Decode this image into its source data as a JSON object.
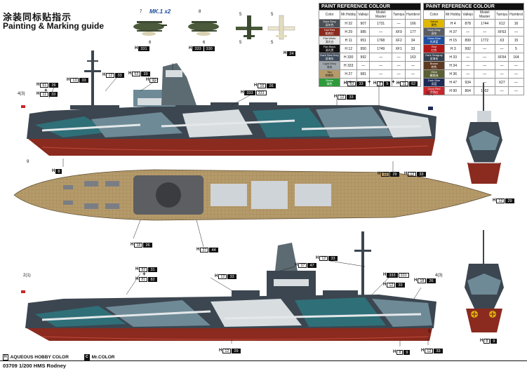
{
  "header": {
    "title_cn": "涂装同标贴指示",
    "title_en": "Painting & Marking guide",
    "aircraft_label": "MK.1 x2"
  },
  "paint_table_left": {
    "caption": "PAINT  REFERENCE COLOUR",
    "columns": [
      "Color",
      "Mr.Hobby",
      "Vallejo",
      "Model Master",
      "Tamiya",
      "Humbrol"
    ],
    "rows": [
      {
        "swatch": "Dark Grey",
        "swatch_cn": "深灰色",
        "color": "#4a4f55",
        "mrhobby": "H 32",
        "vallejo": "907",
        "model_master": "1731",
        "tamiya": "—",
        "humbrol": "166"
      },
      {
        "swatch": "Hull Red",
        "swatch_cn": "船底红",
        "color": "#8b2a1e",
        "mrhobby": "H 29",
        "vallejo": "985",
        "model_master": "—",
        "tamiya": "XF9",
        "humbrol": "177"
      },
      {
        "swatch": "Flat White",
        "swatch_cn": "消光白",
        "color": "#e8e8e8",
        "mrhobby": "H 11",
        "vallejo": "951",
        "model_master": "1768",
        "tamiya": "XF2",
        "humbrol": "34"
      },
      {
        "swatch": "Flat Black",
        "swatch_cn": "消光黑",
        "color": "#111111",
        "mrhobby": "H 12",
        "vallejo": "950",
        "model_master": "1749",
        "tamiya": "XF1",
        "humbrol": "33"
      },
      {
        "swatch": "Dark Sea Grey",
        "swatch_cn": "深海灰",
        "color": "#3f4c5c",
        "mrhobby": "H 330",
        "vallejo": "992",
        "model_master": "—",
        "tamiya": "—",
        "humbrol": "163"
      },
      {
        "swatch": "Light Grey",
        "swatch_cn": "浅灰",
        "color": "#9fa6ac",
        "mrhobby": "H 333",
        "vallejo": "—",
        "model_master": "—",
        "tamiya": "—",
        "humbrol": "—"
      },
      {
        "swatch": "Tan",
        "swatch_cn": "棕褐色",
        "color": "#b59a6a",
        "mrhobby": "H 27",
        "vallejo": "981",
        "model_master": "—",
        "tamiya": "—",
        "humbrol": "—"
      },
      {
        "swatch": "Green",
        "swatch_cn": "绿色",
        "color": "#2e9a3a",
        "mrhobby": "H 6",
        "vallejo": "—",
        "model_master": "—",
        "tamiya": "—",
        "humbrol": "—"
      }
    ]
  },
  "paint_table_right": {
    "caption": "PAINT  REFERENCE COLOUR",
    "columns": [
      "Color",
      "Mr.Hobby",
      "Vallejo",
      "Model Master",
      "Tamiya",
      "Humbrol"
    ],
    "rows": [
      {
        "swatch": "Yellow",
        "swatch_cn": "黄色",
        "color": "#e0b800",
        "mrhobby": "H 4",
        "vallejo": "878",
        "model_master": "1744",
        "tamiya": "X12",
        "humbrol": "16"
      },
      {
        "swatch": "Dark Gray",
        "swatch_cn": "深灰",
        "color": "#5a5d62",
        "mrhobby": "H 37",
        "vallejo": "—",
        "model_master": "—",
        "tamiya": "XF63",
        "humbrol": "—"
      },
      {
        "swatch": "Gloss Blue",
        "swatch_cn": "光泽蓝",
        "color": "#1f4fa0",
        "mrhobby": "H 15",
        "vallejo": "899",
        "model_master": "1772",
        "tamiya": "X3",
        "humbrol": "15"
      },
      {
        "swatch": "Red",
        "swatch_cn": "红色",
        "color": "#b01818",
        "mrhobby": "H 3",
        "vallejo": "992",
        "model_master": "—",
        "tamiya": "—",
        "humbrol": "5"
      },
      {
        "swatch": "Dark Seagray",
        "swatch_cn": "深海灰",
        "color": "#34404e",
        "mrhobby": "H 33",
        "vallejo": "—",
        "model_master": "—",
        "tamiya": "XF54",
        "humbrol": "164"
      },
      {
        "swatch": "Brown",
        "swatch_cn": "棕色",
        "color": "#5e3a22",
        "mrhobby": "H 34",
        "vallejo": "—",
        "model_master": "—",
        "tamiya": "—",
        "humbrol": "—"
      },
      {
        "swatch": "Olive",
        "swatch_cn": "橄榄绿",
        "color": "#5a5f34",
        "mrhobby": "H 36",
        "vallejo": "—",
        "model_master": "—",
        "tamiya": "—",
        "humbrol": "—"
      },
      {
        "swatch": "Dark Blue",
        "swatch_cn": "深蓝",
        "color": "#1c2a55",
        "mrhobby": "H 47",
        "vallejo": "934",
        "model_master": "—",
        "tamiya": "X27",
        "humbrol": "—"
      },
      {
        "swatch": "Clear Red",
        "swatch_cn": "透明红",
        "color": "#c8262c",
        "mrhobby": "H 90",
        "vallejo": "864",
        "model_master": "1402",
        "tamiya": "—",
        "humbrol": "—"
      }
    ]
  },
  "aircraft_codes": {
    "a1": {
      "prefix": "H",
      "n1": "331",
      "n2": ""
    },
    "a2": {
      "prefix": "H",
      "n1": "333",
      "n2": "330"
    },
    "a3": {
      "prefix": "H",
      "n1": "24",
      "n2": ""
    },
    "nums": [
      "7",
      "6",
      "8",
      "6",
      "5",
      "5",
      "5",
      "5"
    ]
  },
  "codes": {
    "c1": {
      "prefix": "H",
      "n1": "13",
      "n2": "33"
    },
    "c2": {
      "prefix": "H",
      "n1": "61",
      "n2": "26"
    },
    "c3": {
      "prefix": "H",
      "n1": "11",
      "n2": "33"
    },
    "c4": {
      "prefix": "H",
      "n1": "12",
      "n2": "33"
    },
    "c5": {
      "prefix": "H",
      "n1": "53",
      "n2": "33"
    },
    "c6": {
      "prefix": "H",
      "n1": "90",
      "n2": ""
    },
    "c7": {
      "prefix": "H",
      "n1": "16",
      "n2": "26"
    },
    "c8": {
      "prefix": "H",
      "n1": "333",
      "n2": "331"
    },
    "c9": {
      "prefix": "H",
      "n1": "12",
      "n2": "33"
    },
    "c10": {
      "prefix": "H",
      "n1": "53",
      "n2": "33"
    },
    "c11": {
      "prefix": "H",
      "n1": "6",
      "n2": "5"
    },
    "c12": {
      "prefix": "H",
      "n1": "11",
      "n2": "62"
    },
    "c13": {
      "prefix": "H",
      "n1": "8",
      "n2": ""
    },
    "c14": {
      "prefix": "H",
      "n1": "12",
      "n2": "29"
    },
    "c15": {
      "prefix": "H",
      "n1": "12",
      "n2": "33"
    },
    "c16": {
      "prefix": "H",
      "n1": "12",
      "n2": "29"
    },
    "c17": {
      "prefix": "H",
      "n1": "18",
      "n2": "26"
    },
    "c18": {
      "prefix": "H",
      "n1": "27",
      "n2": "44"
    },
    "c19": {
      "prefix": "H",
      "n1": "82",
      "n2": "31"
    },
    "c20": {
      "prefix": "H",
      "n1": "81",
      "n2": "82"
    },
    "c21": {
      "prefix": "H",
      "n1": "12",
      "n2": "33"
    },
    "c22": {
      "prefix": "H",
      "n1": "37",
      "n2": "47"
    },
    "c23": {
      "prefix": "H",
      "n1": "12",
      "n2": "33"
    },
    "c24": {
      "prefix": "H",
      "n1": "333",
      "n2": "331"
    },
    "c25": {
      "prefix": "H",
      "n1": "18",
      "n2": "26"
    },
    "c26": {
      "prefix": "H",
      "n1": "12",
      "n2": "33"
    },
    "c27": {
      "prefix": "H",
      "n1": "12",
      "n2": "29"
    },
    "c28": {
      "prefix": "H",
      "n1": "8",
      "n2": "9"
    },
    "c29": {
      "prefix": "H",
      "n1": "12",
      "n2": "33"
    },
    "c30": {
      "prefix": "H",
      "n1": "8",
      "n2": "9"
    },
    "c31": {
      "prefix": "H",
      "n1": "8",
      "n2": ""
    },
    "c32": {
      "prefix": "H",
      "n1": "12",
      "n2": "29"
    }
  },
  "side_labels": {
    "a": "4(3)",
    "b": "9",
    "c": "2(1)",
    "d": "2(1)",
    "e": "4(3)",
    "f": "9"
  },
  "legend": {
    "aqueous_box": "H",
    "aqueous_label": "AQUEOUS HOBBY COLOR",
    "mrcolor_box": "C",
    "mrcolor_label": "Mr.COLOR"
  },
  "footer": {
    "text": "03709 1/200 HMS Rodney"
  },
  "colors": {
    "hull_red": "#8b2a1e",
    "camo_dark": "#3c4650",
    "camo_light": "#d8dde0",
    "camo_mid": "#6e8a96",
    "camo_teal": "#2f6f78",
    "deck_tan": "#b59a6a"
  }
}
